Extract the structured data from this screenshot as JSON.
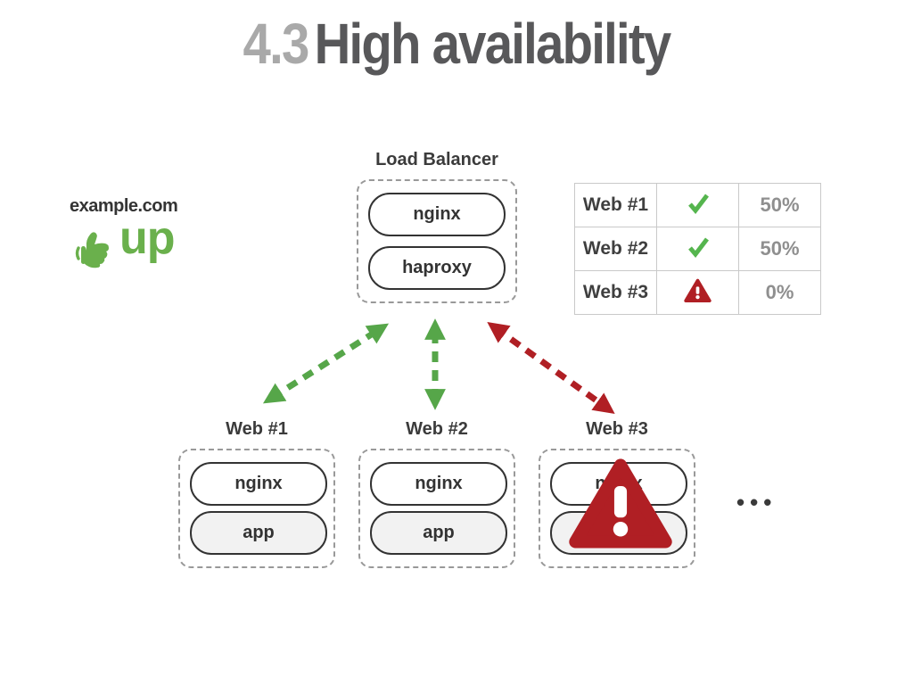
{
  "title": {
    "number": "4.3",
    "text": "High availability"
  },
  "site": {
    "domain": "example.com",
    "status_label": "up"
  },
  "load_balancer": {
    "label": "Load Balancer",
    "components": [
      "nginx",
      "haproxy"
    ]
  },
  "status_table": {
    "rows": [
      {
        "label": "Web #1",
        "status": "up",
        "status_icon": "check-icon",
        "share": "50%"
      },
      {
        "label": "Web #2",
        "status": "up",
        "status_icon": "check-icon",
        "share": "50%"
      },
      {
        "label": "Web #3",
        "status": "down",
        "status_icon": "warning-icon",
        "share": "0%"
      }
    ]
  },
  "servers": [
    {
      "label": "Web #1",
      "components": [
        "nginx",
        "app"
      ],
      "status": "up"
    },
    {
      "label": "Web #2",
      "components": [
        "nginx",
        "app"
      ],
      "status": "up"
    },
    {
      "label": "Web #3",
      "components": [
        "nginx",
        "app"
      ],
      "status": "down"
    }
  ],
  "connections": [
    {
      "from": "load-balancer",
      "to": "Web #1",
      "state": "up"
    },
    {
      "from": "load-balancer",
      "to": "Web #2",
      "state": "up"
    },
    {
      "from": "load-balancer",
      "to": "Web #3",
      "state": "down"
    }
  ],
  "more_indicator": "•••",
  "colors": {
    "title_number": "#a9a9a9",
    "title_text": "#58585a",
    "brand_green": "#6ab04c",
    "check_green": "#55b54e",
    "arrow_green": "#56a649",
    "alert_red": "#b01f24",
    "muted_gray": "#8f8f8f",
    "table_border": "#c9c9c9"
  }
}
